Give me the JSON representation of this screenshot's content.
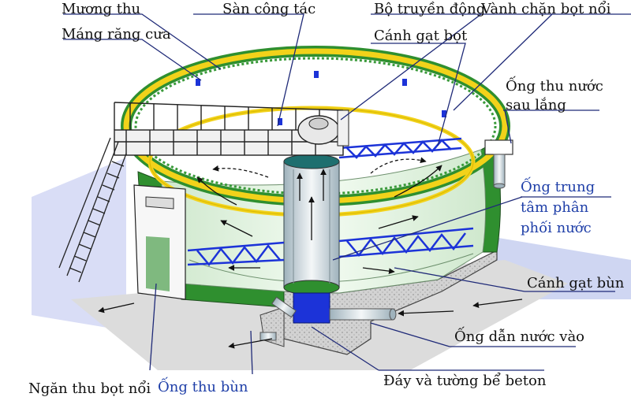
{
  "labels": {
    "muong_thu": "Mương thu",
    "mang_rang_cua": "Máng răng cưa",
    "san_cong_tac": "Sàn công tác",
    "bo_truyen_dong": "Bộ truyền động",
    "vanh_chan_bot": "Vành chặn bọt nổi",
    "canh_gat_bot": "Cánh gạt bọt",
    "ong_thu_nuoc_1": "Ống thu nước",
    "ong_thu_nuoc_2": "sau lắng",
    "ong_trung_tam_1": "Ống trung",
    "ong_trung_tam_2": "tâm phân",
    "ong_trung_tam_3": "phối nước",
    "canh_gat_bun": "Cánh gạt bùn",
    "ong_dan_nuoc": "Ống dẫn nước vào",
    "day_tuong": "Đáy và tường bể beton",
    "ngan_thu_bot": "Ngăn thu bọt nổi",
    "ong_thu_bun": "Ống thu bùn"
  },
  "colors": {
    "leader": "#1f2a78",
    "yellow_rim": "#f2d21a",
    "green_wall": "#2f8f2f",
    "water": "#dff1dc",
    "concrete": "#c8c8c8",
    "blue_label": "#1f3fa8",
    "pipe": "#b9c2c8",
    "blue_inlet": "#1c33d8"
  }
}
